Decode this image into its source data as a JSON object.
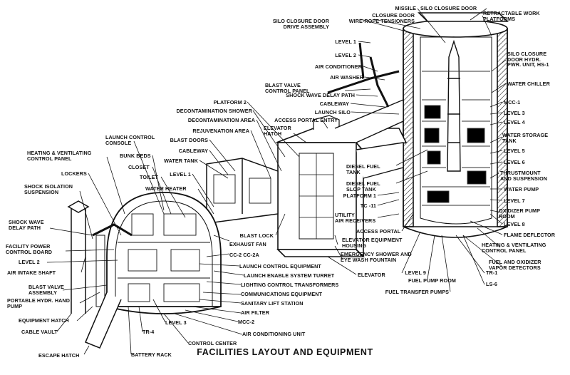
{
  "caption": "FACILITIES LAYOUT AND EQUIPMENT",
  "labels": {
    "missile": "MISSILE",
    "silo_closure_door": "SILO CLOSURE DOOR",
    "retractable_work_platforms": "RETRACTABLE WORK\nPLATFORMS",
    "silo_closure_door_drive_assembly": "SILO CLOSURE DOOR\nDRIVE ASSEMBLY",
    "closure_door_wire_rope_tensioners": "CLOSURE DOOR\nWIRE-ROPE TENSIONERS",
    "level_1_silo": "LEVEL 1",
    "level_2_silo": "LEVEL 2",
    "silo_closure_door_hydr_pwr_unit": "SILO CLOSURE\nDOOR HYDR.\nPWR. UNIT, HS-1",
    "air_conditioner": "AIR CONDITIONER",
    "air_washer": "AIR WASHER",
    "blast_valve_control_panel": "BLAST VALVE\nCONTROL PANEL",
    "water_chiller": "WATER CHILLER",
    "shock_wave_delay_path_upper": "SHOCK WAVE DELAY PATH",
    "mcc_1": "MCC-1",
    "platform_2": "PLATFORM 2",
    "cableway_upper": "CABLEWAY",
    "decontamination_shower": "DECONTAMINATION SHOWER",
    "launch_silo": "LAUNCH SILO",
    "level_3": "LEVEL 3",
    "decontamination_area": "DECONTAMINATION AREA",
    "access_portal_entry": "ACCESS PORTAL ENTRY",
    "level_4": "LEVEL 4",
    "rejuvenation_area": "REJUVENATION AREA",
    "elevator_hatch": "ELEVATOR\nHATCH",
    "launch_control_console": "LAUNCH CONTROL\nCONSOLE",
    "blast_doors": "BLAST DOORS",
    "water_storage_tank": "WATER STORAGE\nTANK",
    "heating_ventilating_control_panel_left": "HEATING & VENTILATING\nCONTROL PANEL",
    "bunk_beds": "BUNK BEDS",
    "cableway_lower": "CABLEWAY",
    "level_5": "LEVEL 5",
    "closet": "CLOSET",
    "water_tank": "WATER TANK",
    "level_6": "LEVEL 6",
    "lockers": "LOCKERS",
    "diesel_fuel_tank": "DIESEL FUEL\nTANK",
    "thrustmount_and_suspension": "THRUSTMOUNT\nAND SUSPENSION",
    "toilet": "TOILET",
    "level_1_capsule": "LEVEL 1",
    "shock_isolation_suspension": "SHOCK ISOLATION\nSUSPENSION",
    "water_heater": "WATER HEATER",
    "diesel_fuel_slop_tank": "DIESEL FUEL\nSLOP TANK",
    "water_pump": "WATER PUMP",
    "platform_1": "PLATFORM 1",
    "level_7": "LEVEL 7",
    "tc_11": "TC -11",
    "oxidizer_pump_room": "OXIDIZER PUMP\nROOM",
    "utility_air_receivers": "UTILITY\nAIR RECEIVERS",
    "shock_wave_delay_path_left": "SHOCK WAVE\nDELAY PATH",
    "level_8": "LEVEL 8",
    "blast_lock": "BLAST LOCK",
    "access_portal": "ACCESS PORTAL",
    "flame_deflector": "FLAME DEFLECTOR",
    "exhaust_fan": "EXHAUST FAN",
    "facility_power_control_board": "FACILITY POWER\nCONTROL BOARD",
    "elevator_equipment_housing": "ELEVATOR EQUIPMENT\nHOUSING",
    "heating_ventilating_control_panel_right": "HEATING & VENTILATING\nCONTROL PANEL",
    "cc2_cc2a": "CC-2  CC-2A",
    "level_2_capsule": "LEVEL 2",
    "emergency_shower": "EMERGENCY SHOWER AND\nEYE WASH FOUNTAIN",
    "launch_control_equipment": "LAUNCH CONTROL EQUIPMENT",
    "fuel_and_oxidizer_vapor_detectors": "FUEL AND OXIDIZER\nVAPOR DETECTORS",
    "air_intake_shaft": "AIR INTAKE SHAFT",
    "level_9": "LEVEL 9",
    "tr_1": "TR-1",
    "launch_enable_system_turret": "LAUNCH ENABLE SYSTEM TURRET",
    "elevator": "ELEVATOR",
    "fuel_pump_room": "FUEL PUMP ROOM",
    "blast_valve_assembly": "BLAST VALVE\nASSEMBLY",
    "lighting_control_transformers": "LIGHTING CONTROL TRANSFORMERS",
    "ls_6": "LS-6",
    "fuel_transfer_pumps": "FUEL TRANSFER PUMPS",
    "portable_hydr_hand_pump": "PORTABLE HYDR. HAND\nPUMP",
    "communications_equipment": "COMMUNICATIONS EQUIPMENT",
    "sanitary_lift_station": "SANITARY LIFT STATION",
    "equipment_hatch": "EQUIPMENT HATCH",
    "air_filter": "AIR FILTER",
    "mcc_2": "MCC-2",
    "level_3_capsule": "LEVEL 3",
    "cable_vault": "CABLE VAULT",
    "tr_4": "TR-4",
    "air_conditioning_unit": "AIR CONDITIONING UNIT",
    "control_center": "CONTROL CENTER",
    "escape_hatch": "ESCAPE HATCH",
    "battery_rack": "BATTERY RACK"
  }
}
